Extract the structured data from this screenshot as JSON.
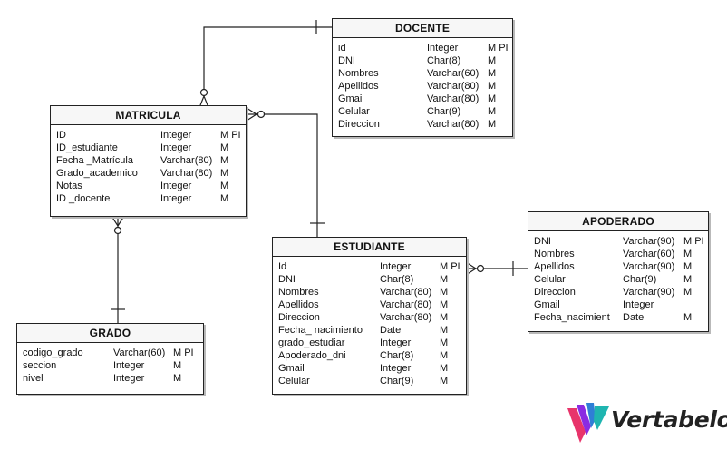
{
  "diagram": {
    "tables": [
      {
        "id": "docente",
        "name": "DOCENTE",
        "columns": [
          {
            "name": "id",
            "type": "Integer",
            "flags": "M PI"
          },
          {
            "name": "DNI",
            "type": "Char(8)",
            "flags": "M"
          },
          {
            "name": "Nombres",
            "type": "Varchar(60)",
            "flags": "M"
          },
          {
            "name": "Apellidos",
            "type": "Varchar(80)",
            "flags": "M"
          },
          {
            "name": "Gmail",
            "type": "Varchar(80)",
            "flags": "M"
          },
          {
            "name": "Celular",
            "type": "Char(9)",
            "flags": "M"
          },
          {
            "name": "Direccion",
            "type": "Varchar(80)",
            "flags": "M"
          }
        ]
      },
      {
        "id": "matricula",
        "name": "MATRICULA",
        "columns": [
          {
            "name": "ID",
            "type": "Integer",
            "flags": "M PI"
          },
          {
            "name": "ID_estudiante",
            "type": "Integer",
            "flags": "M"
          },
          {
            "name": "Fecha _Matrícula",
            "type": "Varchar(80)",
            "flags": "M"
          },
          {
            "name": "Grado_academico",
            "type": "Varchar(80)",
            "flags": "M"
          },
          {
            "name": "Notas",
            "type": "Integer",
            "flags": "M"
          },
          {
            "name": "ID _docente",
            "type": "Integer",
            "flags": "M"
          }
        ]
      },
      {
        "id": "estudiante",
        "name": "ESTUDIANTE",
        "columns": [
          {
            "name": "Id",
            "type": "Integer",
            "flags": "M PI"
          },
          {
            "name": "DNI",
            "type": "Char(8)",
            "flags": "M"
          },
          {
            "name": "Nombres",
            "type": "Varchar(80)",
            "flags": "M"
          },
          {
            "name": "Apellidos",
            "type": "Varchar(80)",
            "flags": "M"
          },
          {
            "name": "Direccion",
            "type": "Varchar(80)",
            "flags": "M"
          },
          {
            "name": "Fecha_ nacimiento",
            "type": "Date",
            "flags": "M"
          },
          {
            "name": "grado_estudiar",
            "type": "Integer",
            "flags": "M"
          },
          {
            "name": "Apoderado_dni",
            "type": "Char(8)",
            "flags": "M"
          },
          {
            "name": "Gmail",
            "type": "Integer",
            "flags": "M"
          },
          {
            "name": "Celular",
            "type": "Char(9)",
            "flags": "M"
          }
        ]
      },
      {
        "id": "apoderado",
        "name": "APODERADO",
        "columns": [
          {
            "name": "DNI",
            "type": "Varchar(90)",
            "flags": "M PI"
          },
          {
            "name": "Nombres",
            "type": "Varchar(60)",
            "flags": "M"
          },
          {
            "name": "Apellidos",
            "type": "Varchar(90)",
            "flags": "M"
          },
          {
            "name": "Celular",
            "type": "Char(9)",
            "flags": "M"
          },
          {
            "name": "Direccion",
            "type": "Varchar(90)",
            "flags": "M"
          },
          {
            "name": "Gmail",
            "type": "Integer",
            "flags": ""
          },
          {
            "name": "Fecha_nacimient",
            "type": "Date",
            "flags": "M"
          }
        ]
      },
      {
        "id": "grado",
        "name": "GRADO",
        "columns": [
          {
            "name": "codigo_grado",
            "type": "Varchar(60)",
            "flags": "M PI"
          },
          {
            "name": "seccion",
            "type": "Integer",
            "flags": "M"
          },
          {
            "name": "nivel",
            "type": "Integer",
            "flags": "M"
          }
        ]
      }
    ]
  },
  "branding": {
    "logo_text": "Vertabelo",
    "colors": [
      "#e8346b",
      "#8a2be2",
      "#2f7fd6",
      "#1fb5b0"
    ]
  }
}
